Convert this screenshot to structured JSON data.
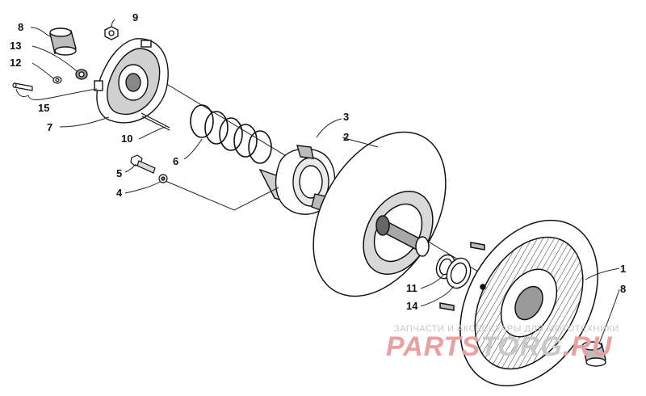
{
  "callouts": [
    {
      "id": "c1",
      "text": "1"
    },
    {
      "id": "c2",
      "text": "2"
    },
    {
      "id": "c3",
      "text": "3"
    },
    {
      "id": "c4",
      "text": "4"
    },
    {
      "id": "c5",
      "text": "5"
    },
    {
      "id": "c6",
      "text": "6"
    },
    {
      "id": "c7",
      "text": "7"
    },
    {
      "id": "c8a",
      "text": "8"
    },
    {
      "id": "c8b",
      "text": "8"
    },
    {
      "id": "c9",
      "text": "9"
    },
    {
      "id": "c10",
      "text": "10"
    },
    {
      "id": "c11",
      "text": "11"
    },
    {
      "id": "c12",
      "text": "12"
    },
    {
      "id": "c13",
      "text": "13"
    },
    {
      "id": "c14",
      "text": "14"
    },
    {
      "id": "c15",
      "text": "15"
    }
  ],
  "watermark": {
    "top_text": "ЗАПЧАСТИ И АКСЕССУАРЫ ДЛЯ МОТОТЕХНИКИ",
    "part1": "PARTS",
    "part2": "TORG",
    "part3": ".RU",
    "color_red": "#e8a0a0",
    "color_grey": "#c9c9c9"
  }
}
